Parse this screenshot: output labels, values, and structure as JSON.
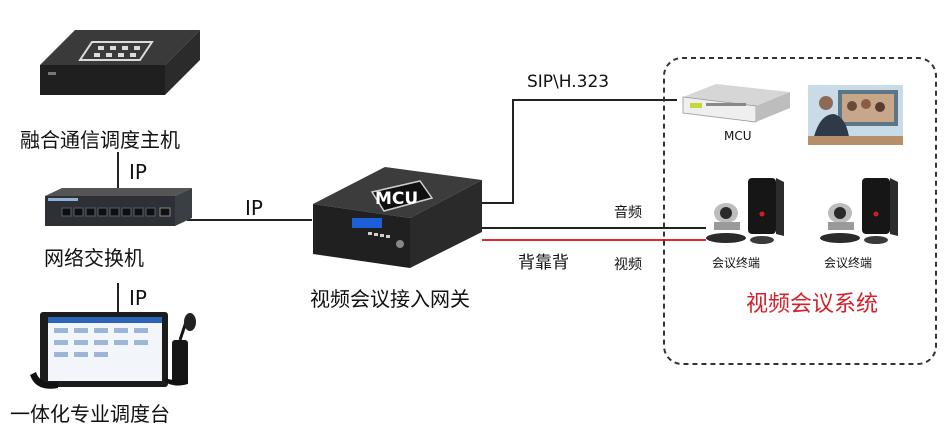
{
  "devices": {
    "dispatch_host": "融合通信调度主机",
    "network_switch": "网络交换机",
    "dispatch_console": "一体化专业调度台",
    "gateway": "视频会议接入网关",
    "gateway_badge": "MCU",
    "mcu": "MCU",
    "terminal_1": "会议终端",
    "terminal_2": "会议终端",
    "system": "视频会议系统"
  },
  "links": {
    "host_switch": "IP",
    "switch_console": "IP",
    "switch_gateway": "IP",
    "gateway_mcu": "SIP\\H.323",
    "audio": "音频",
    "video": "视频",
    "back_to_back": "背靠背"
  },
  "colors": {
    "system_label": "#d4202a",
    "video_line": "#e32630",
    "boundary": "#333333"
  }
}
